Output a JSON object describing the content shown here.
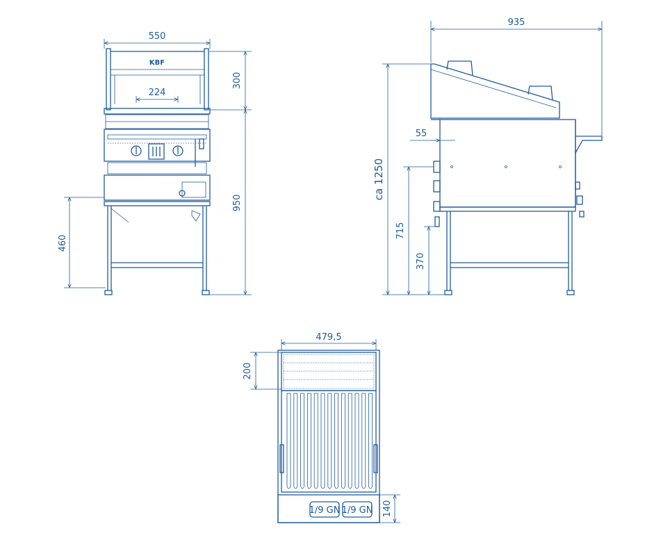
{
  "brand_label": "KBF",
  "front_view": {
    "width_dim": "550",
    "burner_spacing_dim": "224",
    "hood_height_dim": "300",
    "total_height_dim": "950",
    "work_height_dim": "460"
  },
  "side_view": {
    "depth_dim": "935",
    "offset_dim": "55",
    "overall_height_dim": "ca 1250",
    "counter_height_dim": "715",
    "shelf_height_dim": "370"
  },
  "top_view": {
    "grill_width_dim": "479,5",
    "grate_depth_dim": "200",
    "drawer_depth_dim": "140",
    "container_left": "1/9 GN",
    "container_right": "1/9 GN"
  },
  "colors": {
    "line": "#1e5a9c",
    "background": "#ffffff"
  }
}
